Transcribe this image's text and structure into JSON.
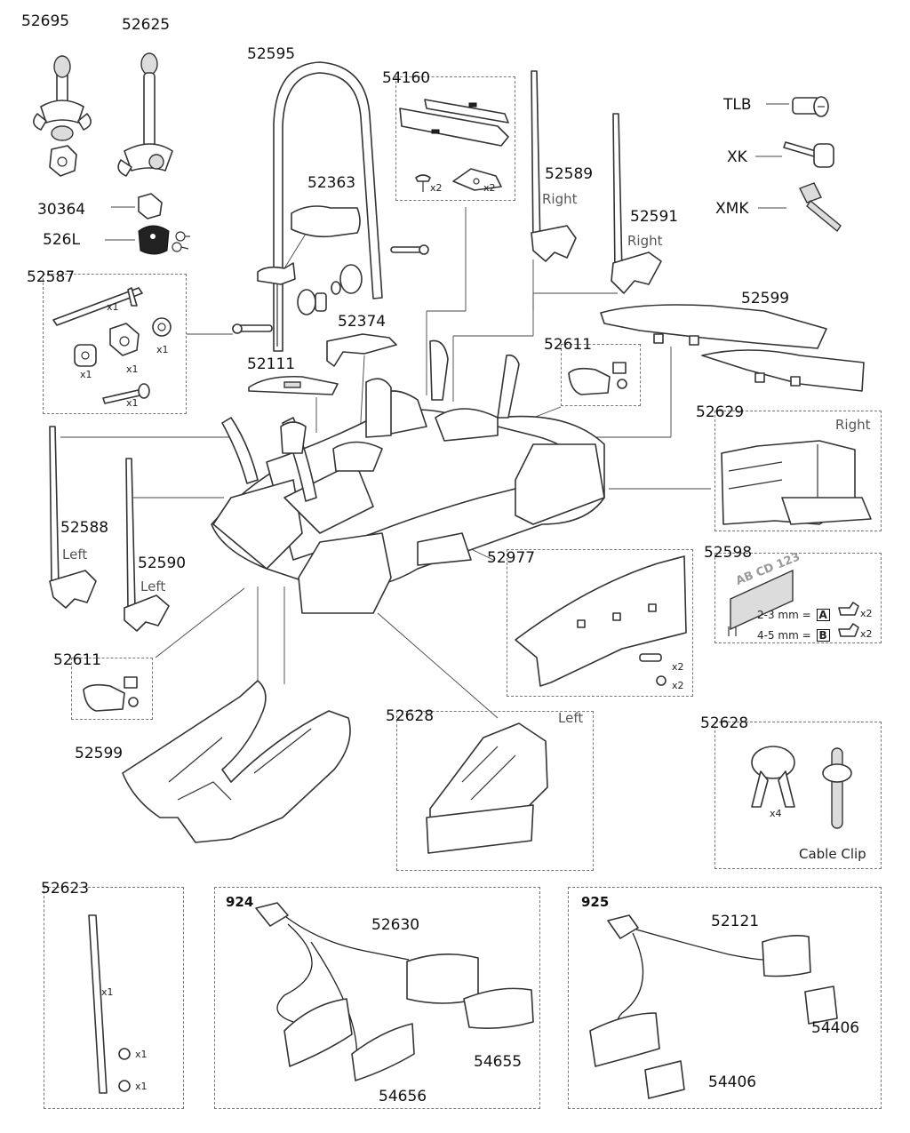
{
  "parts": {
    "p52695": "52695",
    "p52625": "52625",
    "p52595": "52595",
    "p54160": "54160",
    "p30364": "30364",
    "p526L": "526L",
    "p52363": "52363",
    "p52589": "52589",
    "p52589_side": "Right",
    "p52591": "52591",
    "p52591_side": "Right",
    "pTLB": "TLB",
    "pXK": "XK",
    "pXMK": "XMK",
    "p52587": "52587",
    "p52374": "52374",
    "p52599_top": "52599",
    "p52611_top": "52611",
    "p52111": "52111",
    "p52629": "52629",
    "p52629_side": "Right",
    "p52588": "52588",
    "p52588_side": "Left",
    "p52590": "52590",
    "p52590_side": "Left",
    "p52977": "52977",
    "p52598": "52598",
    "p52611_bottom": "52611",
    "p52599_bottom": "52599",
    "p52628_left": "52628",
    "p52628_left_side": "Left",
    "p52628_clip": "52628",
    "p52628_clip_caption": "Cable Clip",
    "p52623": "52623",
    "p924": "924",
    "p52630": "52630",
    "p54655": "54655",
    "p54656": "54656",
    "p925": "925",
    "p52121": "52121",
    "p54406_a": "54406",
    "p54406_b": "54406"
  },
  "quantities": {
    "q54160_screw": "x2",
    "q54160_plate": "x2",
    "q52587_key": "x1",
    "q52587_knob": "x1",
    "q52587_washer": "x1",
    "q52587_spacer": "x1",
    "q52587_bolt": "x1",
    "q52977_bolt": "x2",
    "q52977_screw": "x2",
    "q52628_clip": "x4",
    "q52623_strap": "x1",
    "q52623_nut": "x1",
    "q52623_screw": "x1",
    "q52598_a": "x2",
    "q52598_b": "x2"
  },
  "plate": {
    "text": "AB CD 123",
    "row_a": "2-3 mm =",
    "row_a_letter": "A",
    "row_b": "4-5 mm =",
    "row_b_letter": "B"
  }
}
